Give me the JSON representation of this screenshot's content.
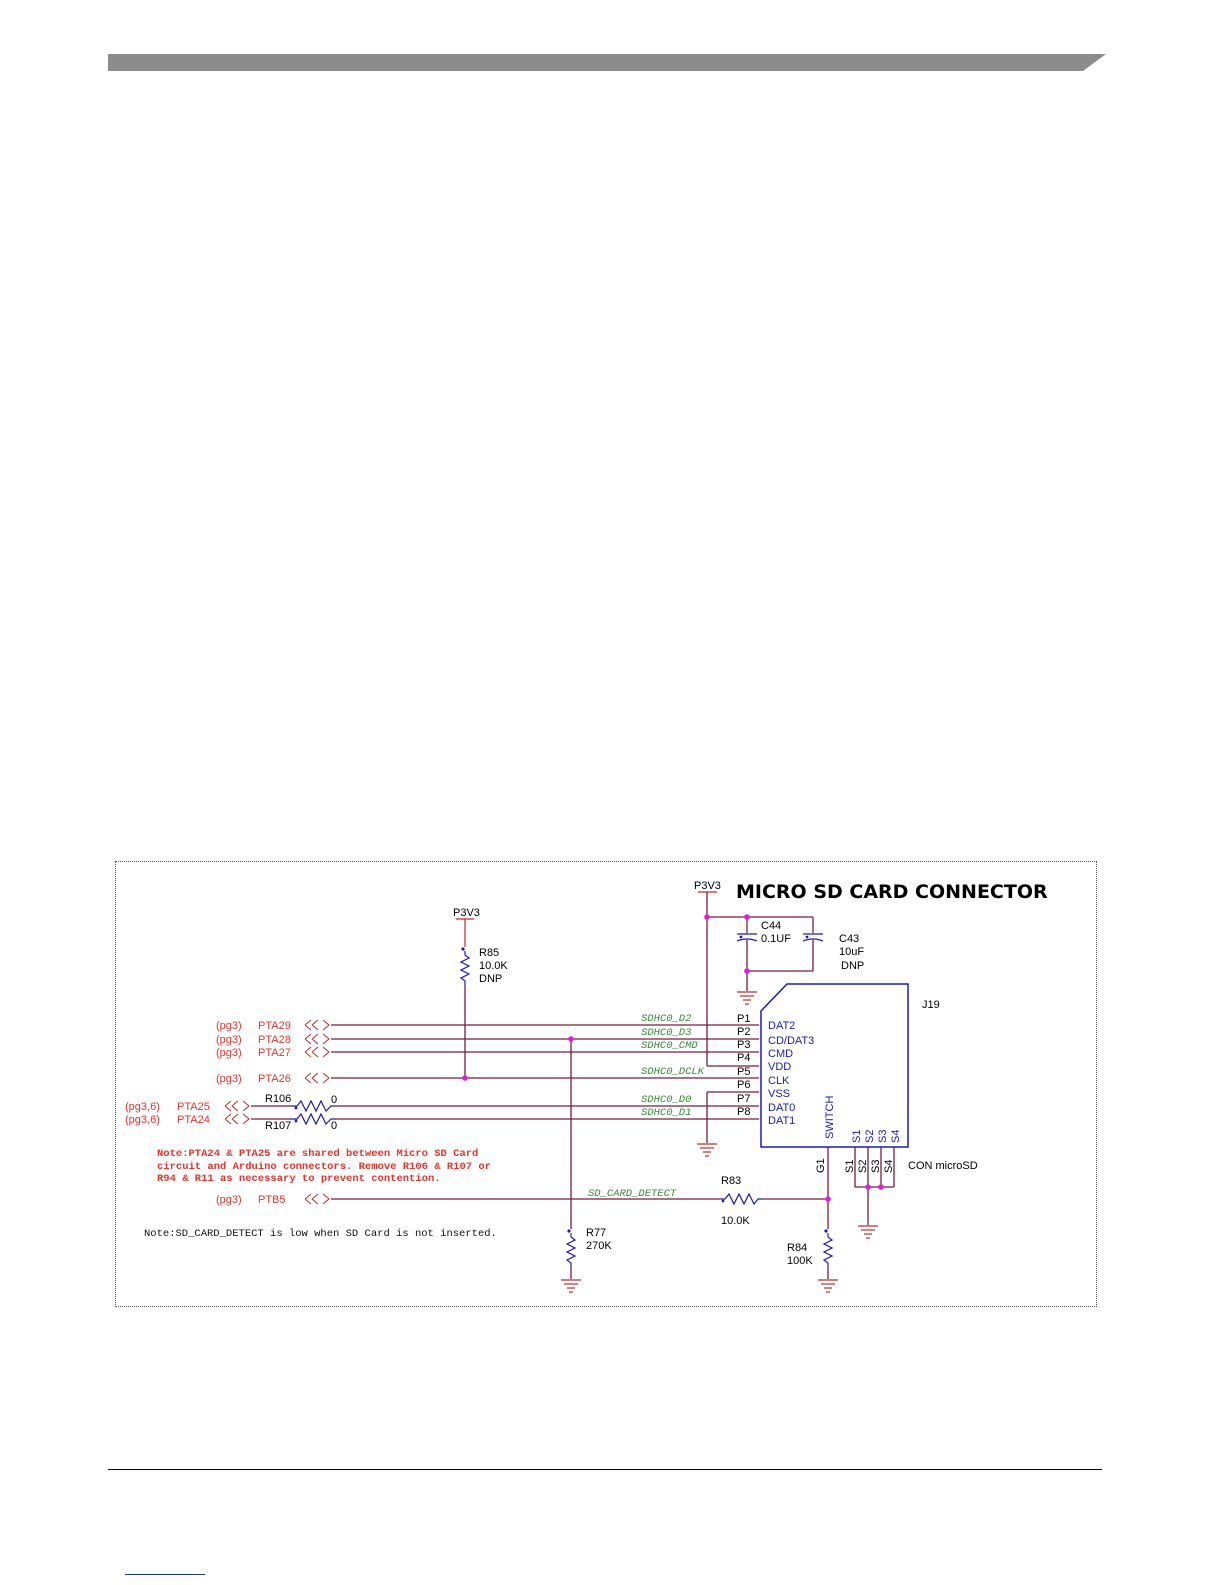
{
  "title": "MICRO SD CARD CONNECTOR",
  "power": {
    "p3v3_left": "P3V3",
    "p3v3_right": "P3V3"
  },
  "components": {
    "r85": {
      "ref": "R85",
      "value": "10.0K",
      "note": "DNP"
    },
    "c44": {
      "ref": "C44",
      "value": "0.1UF"
    },
    "c43": {
      "ref": "C43",
      "value": "10uF",
      "note": "DNP"
    },
    "j19": {
      "ref": "J19",
      "part": "CON microSD"
    },
    "r106": {
      "ref": "R106",
      "value": "0"
    },
    "r107": {
      "ref": "R107",
      "value": "0"
    },
    "r83": {
      "ref": "R83",
      "value": "10.0K"
    },
    "r77": {
      "ref": "R77",
      "value": "270K"
    },
    "r84": {
      "ref": "R84",
      "value": "100K"
    }
  },
  "ports": [
    {
      "page": "(pg3)",
      "name": "PTA29",
      "net": "SDHC0_D2"
    },
    {
      "page": "(pg3)",
      "name": "PTA28",
      "net": "SDHC0_D3"
    },
    {
      "page": "(pg3)",
      "name": "PTA27",
      "net": "SDHC0_CMD"
    },
    {
      "page": "(pg3)",
      "name": "PTA26",
      "net": "SDHC0_DCLK"
    },
    {
      "page": "(pg3,6)",
      "name": "PTA25",
      "net": "SDHC0_D0"
    },
    {
      "page": "(pg3,6)",
      "name": "PTA24",
      "net": "SDHC0_D1"
    },
    {
      "page": "(pg3)",
      "name": "PTB5",
      "net": "SD_CARD_DETECT"
    }
  ],
  "pins": [
    {
      "num": "P1",
      "name": "DAT2"
    },
    {
      "num": "P2",
      "name": "CD/DAT3"
    },
    {
      "num": "P3",
      "name": "CMD"
    },
    {
      "num": "P4",
      "name": "VDD"
    },
    {
      "num": "P5",
      "name": "CLK"
    },
    {
      "num": "P6",
      "name": "VSS"
    },
    {
      "num": "P7",
      "name": "DAT0"
    },
    {
      "num": "P8",
      "name": "DAT1"
    }
  ],
  "switch_label": "SWITCH",
  "shield_pins": [
    "S1",
    "S2",
    "S3",
    "S4"
  ],
  "ground_pin": "G1",
  "notes": {
    "note1_line1": "Note:PTA24 & PTA25 are shared between Micro SD Card",
    "note1_line2": "circuit and Arduino connectors. Remove R106 & R107 or",
    "note1_line3": "R94 & R11 as necessary to prevent contention.",
    "note2": "Note:SD_CARD_DETECT is low when SD Card is not inserted."
  },
  "colors": {
    "net_wire": "#7a1c3a",
    "label_red": "#e8322b",
    "component_blue": "#1a1ab8",
    "net_green": "#3a8a3a",
    "junction": "#e01ce0"
  }
}
